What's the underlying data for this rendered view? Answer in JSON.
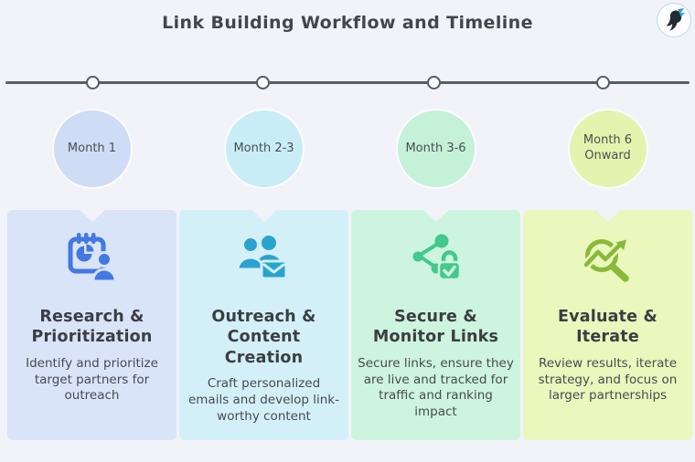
{
  "page": {
    "title": "Link Building Workflow and Timeline",
    "background": "#f1f3f9",
    "timeline_color": "#585d64"
  },
  "logo": {
    "icon": "hummingbird-logo-icon"
  },
  "stages": [
    {
      "month": "Month 1",
      "title": "Research & Prioritization",
      "description": "Identify and prioritize target partners for outreach",
      "icon": "calendar-user-icon",
      "circle_color": "#cfdcf5",
      "card_color": "#d9e4f9",
      "icon_color": "#4478e2"
    },
    {
      "month": "Month 2-3",
      "title": "Outreach & Content Creation",
      "description": "Craft personalized emails and develop link-worthy content",
      "icon": "users-envelope-icon",
      "circle_color": "#c8edf6",
      "card_color": "#d3f0f9",
      "icon_color": "#2ba3d1"
    },
    {
      "month": "Month 3-6",
      "title": "Secure & Monitor Links",
      "description": "Secure links, ensure they are live and tracked for traffic and ranking impact",
      "icon": "share-lock-icon",
      "circle_color": "#c4f1d8",
      "card_color": "#cdf4de",
      "icon_color": "#42c98c"
    },
    {
      "month": "Month 6 Onward",
      "title": "Evaluate & Iterate",
      "description": "Review results, iterate strategy, and focus on larger partnerships",
      "icon": "magnifier-trend-icon",
      "circle_color": "#e4f4ae",
      "card_color": "#eaf7bd",
      "icon_color": "#88ba37"
    }
  ]
}
